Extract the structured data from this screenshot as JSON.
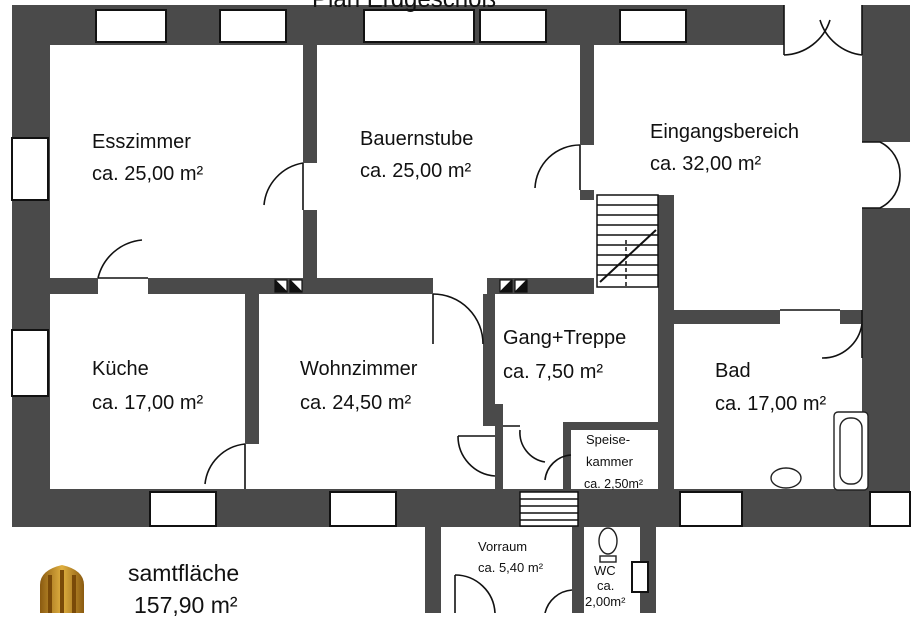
{
  "title": "Plan Erdgeschoß",
  "rooms": {
    "esszimmer": {
      "name": "Esszimmer",
      "area": "ca. 25,00 m²"
    },
    "bauernstube": {
      "name": "Bauernstube",
      "area": "ca. 25,00 m²"
    },
    "eingang": {
      "name": "Eingangsbereich",
      "area": "ca. 32,00 m²"
    },
    "kueche": {
      "name": "Küche",
      "area": "ca. 17,00 m²"
    },
    "wohnzimmer": {
      "name": "Wohnzimmer",
      "area": "ca. 24,50 m²"
    },
    "gang": {
      "name": "Gang+Treppe",
      "area": "ca. 7,50 m²"
    },
    "bad": {
      "name": "Bad",
      "area": "ca. 17,00 m²"
    },
    "speis": {
      "name_line1": "Speise-",
      "name_line2": "kammer",
      "area": "ca. 2,50m²"
    },
    "vorraum": {
      "name": "Vorraum",
      "area": "ca. 5,40 m²"
    },
    "wc": {
      "name": "WC",
      "line2": "ca.",
      "area": "2,00m²"
    }
  },
  "total": {
    "label": "samtfläche",
    "value": "157,90 m²"
  },
  "colors": {
    "wall": "#4a4a4a",
    "logo": "#c8961e"
  }
}
